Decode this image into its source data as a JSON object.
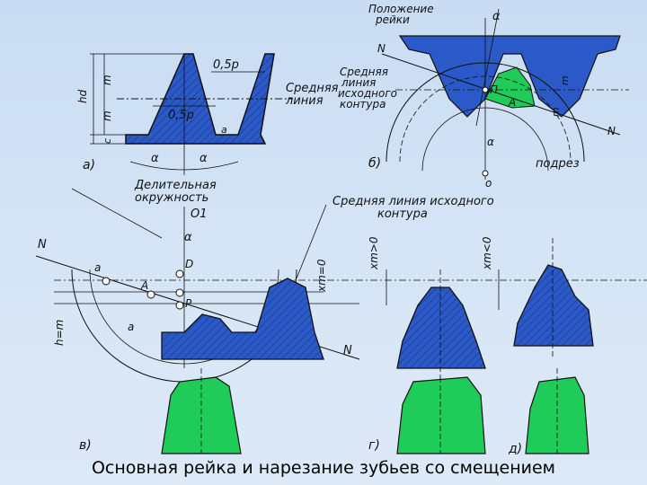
{
  "caption": "Основная рейка и нарезание зубьев со смещением",
  "colors": {
    "blue": "#2b59c8",
    "green": "#1fcc5a",
    "line": "#111111",
    "bg": "#cfdff4"
  },
  "labels": {
    "a_panel": "а)",
    "b_panel": "б)",
    "v_panel": "в)",
    "g_panel": "г)",
    "d_panel": "д)",
    "half_p": "0,5р",
    "half_p2": "0,5р",
    "sym_m1": "m",
    "sym_m2": "m",
    "sym_hd": "hd",
    "sym_c": "c",
    "alpha1": "α",
    "alpha2": "α",
    "alpha_b1": "α",
    "alpha_b2": "α",
    "alpha_v": "α",
    "a_small": "a",
    "sred_liniya_1": "Средняя",
    "sred_liniya_2": "линия",
    "rack_pos_1": "Положение",
    "rack_pos_2": "рейки",
    "sred_ish_1": "Средняя",
    "sred_ish_2": "линия",
    "sred_ish_3": "исходного",
    "sred_ish_4": "контура",
    "N_b1": "N",
    "N_b2": "N",
    "p_b": "П",
    "a_b": "A",
    "o_b": "о",
    "m_b1": "m",
    "m_b2": "m",
    "podrez": "подрез",
    "delit_1": "Делительная",
    "delit_2": "окружность",
    "O1": "O1",
    "sred_long_1": "Средняя линия исходного",
    "sred_long_2": "контура",
    "N_v1": "N",
    "N_v2": "N",
    "a_v": "a",
    "D_v": "D",
    "A_v": "A",
    "P_v": "Р",
    "a_v2": "a",
    "h_eq_m": "h=m",
    "xm0": "xm=0",
    "xm_gt0": "xm>0",
    "xm_lt0": "xm<0"
  }
}
